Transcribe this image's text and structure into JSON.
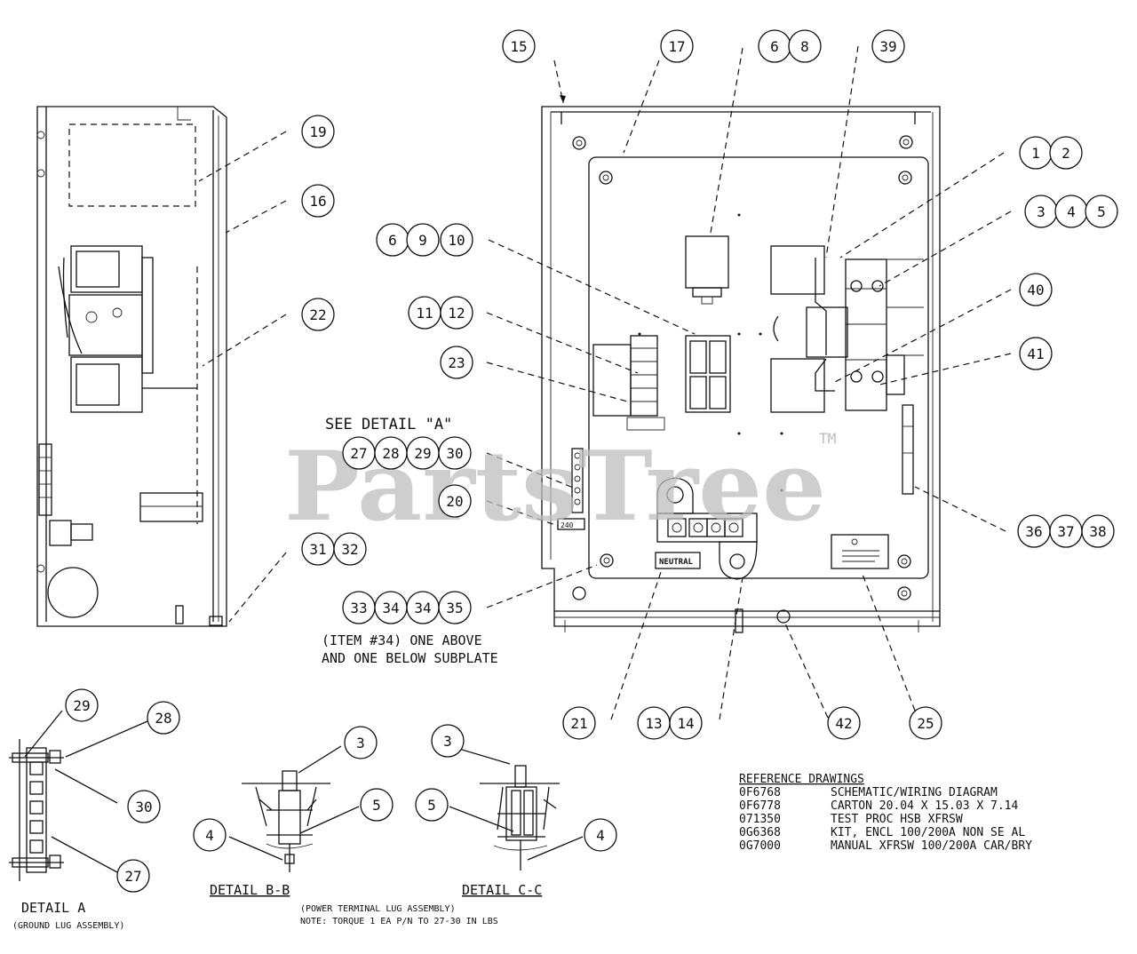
{
  "watermark": {
    "text": "PartsTree",
    "tm": "TM"
  },
  "callouts": [
    {
      "id": "c15",
      "label": "15"
    },
    {
      "id": "c17",
      "label": "17"
    },
    {
      "id": "c6a",
      "label": "6"
    },
    {
      "id": "c8",
      "label": "8"
    },
    {
      "id": "c39",
      "label": "39"
    },
    {
      "id": "c19",
      "label": "19"
    },
    {
      "id": "c16",
      "label": "16"
    },
    {
      "id": "c1",
      "label": "1"
    },
    {
      "id": "c2",
      "label": "2"
    },
    {
      "id": "c3a",
      "label": "3"
    },
    {
      "id": "c4a",
      "label": "4"
    },
    {
      "id": "c5a",
      "label": "5"
    },
    {
      "id": "c6b",
      "label": "6"
    },
    {
      "id": "c9",
      "label": "9"
    },
    {
      "id": "c10",
      "label": "10"
    },
    {
      "id": "c22",
      "label": "22"
    },
    {
      "id": "c40",
      "label": "40"
    },
    {
      "id": "c11",
      "label": "11"
    },
    {
      "id": "c12",
      "label": "12"
    },
    {
      "id": "c41",
      "label": "41"
    },
    {
      "id": "c23",
      "label": "23"
    },
    {
      "id": "c27a",
      "label": "27"
    },
    {
      "id": "c28a",
      "label": "28"
    },
    {
      "id": "c29a",
      "label": "29"
    },
    {
      "id": "c30a",
      "label": "30"
    },
    {
      "id": "c20",
      "label": "20"
    },
    {
      "id": "c36",
      "label": "36"
    },
    {
      "id": "c37",
      "label": "37"
    },
    {
      "id": "c38",
      "label": "38"
    },
    {
      "id": "c31",
      "label": "31"
    },
    {
      "id": "c32",
      "label": "32"
    },
    {
      "id": "c33",
      "label": "33"
    },
    {
      "id": "c34a",
      "label": "34"
    },
    {
      "id": "c34b",
      "label": "34"
    },
    {
      "id": "c35",
      "label": "35"
    },
    {
      "id": "c21",
      "label": "21"
    },
    {
      "id": "c13",
      "label": "13"
    },
    {
      "id": "c14",
      "label": "14"
    },
    {
      "id": "c42",
      "label": "42"
    },
    {
      "id": "c25",
      "label": "25"
    },
    {
      "id": "c29b",
      "label": "29"
    },
    {
      "id": "c28b",
      "label": "28"
    },
    {
      "id": "c30b",
      "label": "30"
    },
    {
      "id": "c27b",
      "label": "27"
    },
    {
      "id": "c3b",
      "label": "3"
    },
    {
      "id": "c5b",
      "label": "5"
    },
    {
      "id": "c4b",
      "label": "4"
    },
    {
      "id": "c3c",
      "label": "3"
    },
    {
      "id": "c5c",
      "label": "5"
    },
    {
      "id": "c4c",
      "label": "4"
    }
  ],
  "notes": {
    "see_detail": "SEE DETAIL \"A\"",
    "item34_line1": "(ITEM #34) ONE ABOVE",
    "item34_line2": "AND ONE BELOW SUBPLATE",
    "detail_a": "DETAIL  A",
    "detail_a_sub": "(GROUND LUG ASSEMBLY)",
    "detail_bb": "DETAIL  B-B",
    "detail_cc": "DETAIL  C-C",
    "power_lug": "(POWER TERMINAL LUG ASSEMBLY)",
    "torque_note": "NOTE: TORQUE 1 EA P/N TO 27-30 IN LBS",
    "neutral": "NEUTRAL",
    "label_240": "240"
  },
  "reference": {
    "title": "REFERENCE DRAWINGS",
    "rows": [
      {
        "code": "0F6768",
        "desc": "SCHEMATIC/WIRING DIAGRAM"
      },
      {
        "code": "0F6778",
        "desc": "CARTON 20.04 X 15.03 X 7.14"
      },
      {
        "code": "071350",
        "desc": "TEST PROC HSB XFRSW"
      },
      {
        "code": "0G6368",
        "desc": "KIT, ENCL 100/200A NON SE AL"
      },
      {
        "code": "0G7000",
        "desc": "MANUAL XFRSW 100/200A CAR/BRY"
      }
    ]
  }
}
